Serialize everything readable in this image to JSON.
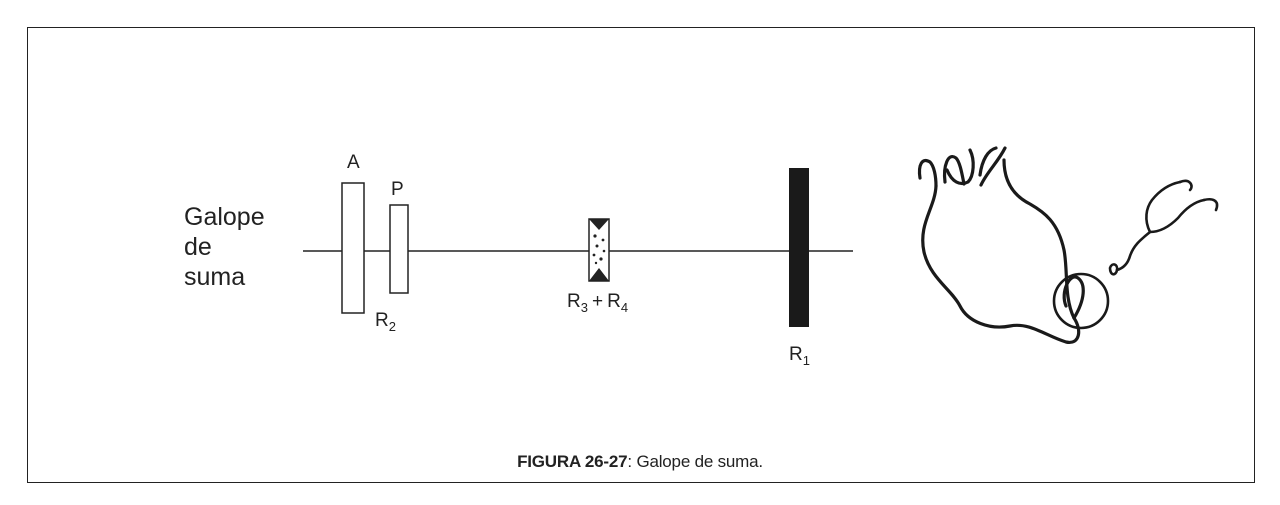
{
  "side_label": [
    "Galope",
    "de",
    "suma"
  ],
  "labels": {
    "a": "A",
    "p": "P",
    "r2_main": "R",
    "r2_sub": "2",
    "r34_main_1": "R",
    "r34_sub_1": "3",
    "r34_plus": "+",
    "r34_main_2": "R",
    "r34_sub_2": "4",
    "r1_main": "R",
    "r1_sub": "1"
  },
  "caption": {
    "number": "FIGURA 26-27",
    "text": ": Galope de suma."
  },
  "colors": {
    "ink": "#222222",
    "background": "#ffffff"
  },
  "icons": [
    "heart-outline-icon",
    "stethoscope-icon"
  ]
}
